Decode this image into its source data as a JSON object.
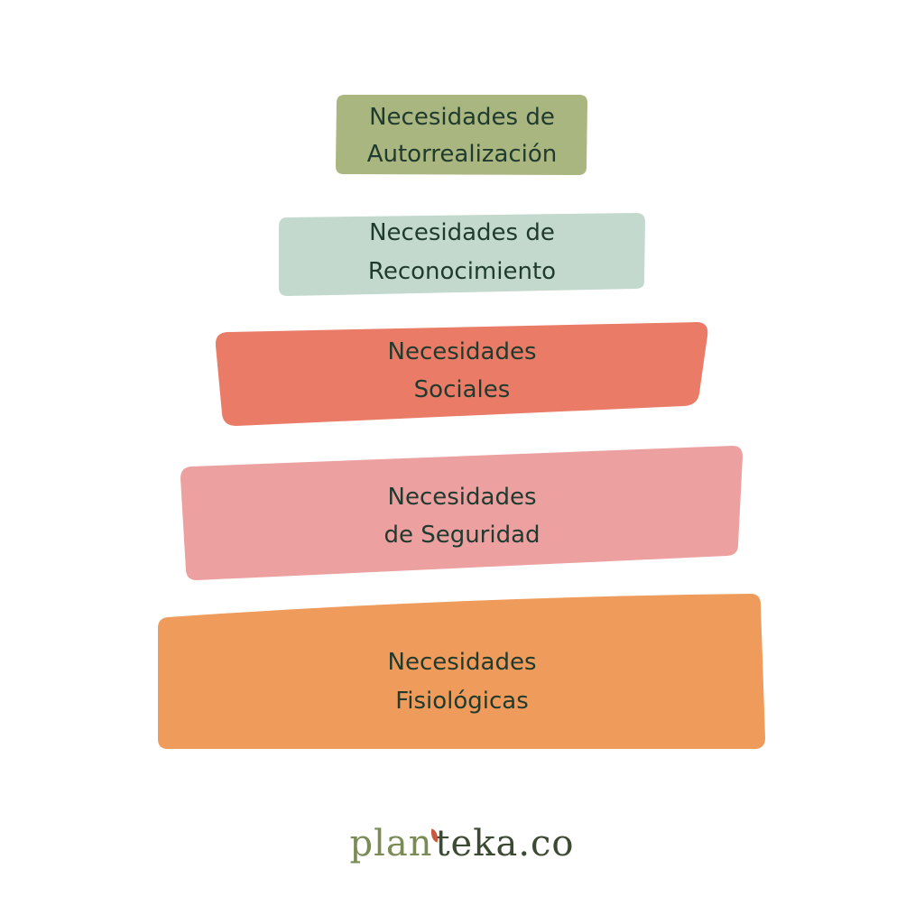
{
  "tiers": [
    {
      "id": "autorrealizacion",
      "lines": [
        "Necesidades de",
        "Autorrealización"
      ],
      "color": "#aab67f"
    },
    {
      "id": "reconocimiento",
      "lines": [
        "Necesidades de",
        "Reconocimiento"
      ],
      "color": "#c3d9ce"
    },
    {
      "id": "sociales",
      "lines": [
        "Necesidades",
        "Sociales"
      ],
      "color": "#e97b67"
    },
    {
      "id": "seguridad",
      "lines": [
        "Necesidades",
        "de Seguridad"
      ],
      "color": "#eca0a0"
    },
    {
      "id": "fisiologicas",
      "lines": [
        "Necesidades",
        "Fisiológicas"
      ],
      "color": "#ef9b5b"
    }
  ],
  "logo": {
    "part1": "plan",
    "part2": "teka.co",
    "leaf_color": "#c65a3e"
  }
}
